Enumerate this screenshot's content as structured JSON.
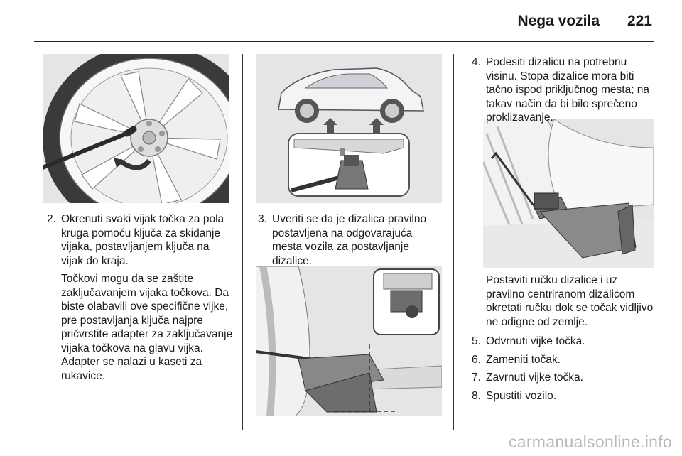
{
  "header": {
    "title": "Nega vozila",
    "page_number": "221"
  },
  "column1": {
    "step": {
      "number": "2.",
      "text": "Okrenuti svaki vijak točka za pola kruga pomoću ključa za skidanje vijaka, postavljanjem ključa na vijak do kraja."
    },
    "note": "Točkovi mogu da se zaštite zaključavanjem vijaka točkova. Da biste olabavili ove specifične vijke, pre postavljanja ključa najpre pričvrstite adapter za zaključavanje vijaka točkova na glavu vijka. Adapter se nalazi u kaseti za rukavice."
  },
  "column2": {
    "step": {
      "number": "3.",
      "text": "Uveriti se da je dizalica pravilno postavljena na odgovarajuća mesta vozila za postavljanje dizalice."
    }
  },
  "column3": {
    "step": {
      "number": "4.",
      "text": "Podesiti dizalicu na potrebnu visinu. Stopa dizalice mora biti tačno ispod priključnog mesta; na takav način da bi bilo sprečeno proklizavanje."
    },
    "note": "Postaviti ručku dizalice i uz pravilno centriranom dizalicom okretati ručku dok se točak vidljivo ne odigne od zemlje.",
    "steps": [
      {
        "number": "5.",
        "text": "Odvrnuti vijke točka."
      },
      {
        "number": "6.",
        "text": "Zameniti točak."
      },
      {
        "number": "7.",
        "text": "Zavrnuti vijke točka."
      },
      {
        "number": "8.",
        "text": "Spustiti vozilo."
      }
    ]
  },
  "watermark": "carmanualsonline.info"
}
